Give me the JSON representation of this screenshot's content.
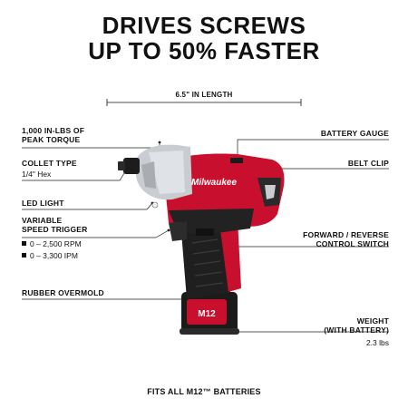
{
  "headline": {
    "line1": "DRIVES SCREWS",
    "line2": "UP TO 50% FASTER"
  },
  "length_label": "6.5\" IN LENGTH",
  "features_left": {
    "torque_line1": "1,000 IN-LBS OF",
    "torque_line2": "PEAK TORQUE",
    "collet_title": "COLLET TYPE",
    "collet_value": "1/4\" Hex",
    "led": "LED LIGHT",
    "trigger_line1": "VARIABLE",
    "trigger_line2": "SPEED TRIGGER",
    "rpm": "0 – 2,500 RPM",
    "ipm": "0 – 3,300 IPM",
    "overmold": "RUBBER OVERMOLD"
  },
  "features_right": {
    "battery_gauge": "BATTERY GAUGE",
    "belt_clip": "BELT CLIP",
    "switch_line1": "FORWARD / REVERSE",
    "switch_line2": "CONTROL SWITCH",
    "weight_line1": "WEIGHT",
    "weight_line2": "(WITH BATTERY)",
    "weight_value": "2.3 lbs"
  },
  "footer": "FITS ALL M12™ BATTERIES",
  "brand": {
    "logo_text": "Milwaukee",
    "battery_text": "M12",
    "colors": {
      "red": "#c8102e",
      "black": "#1b1b1b",
      "silver": "#c9ccd0"
    }
  }
}
